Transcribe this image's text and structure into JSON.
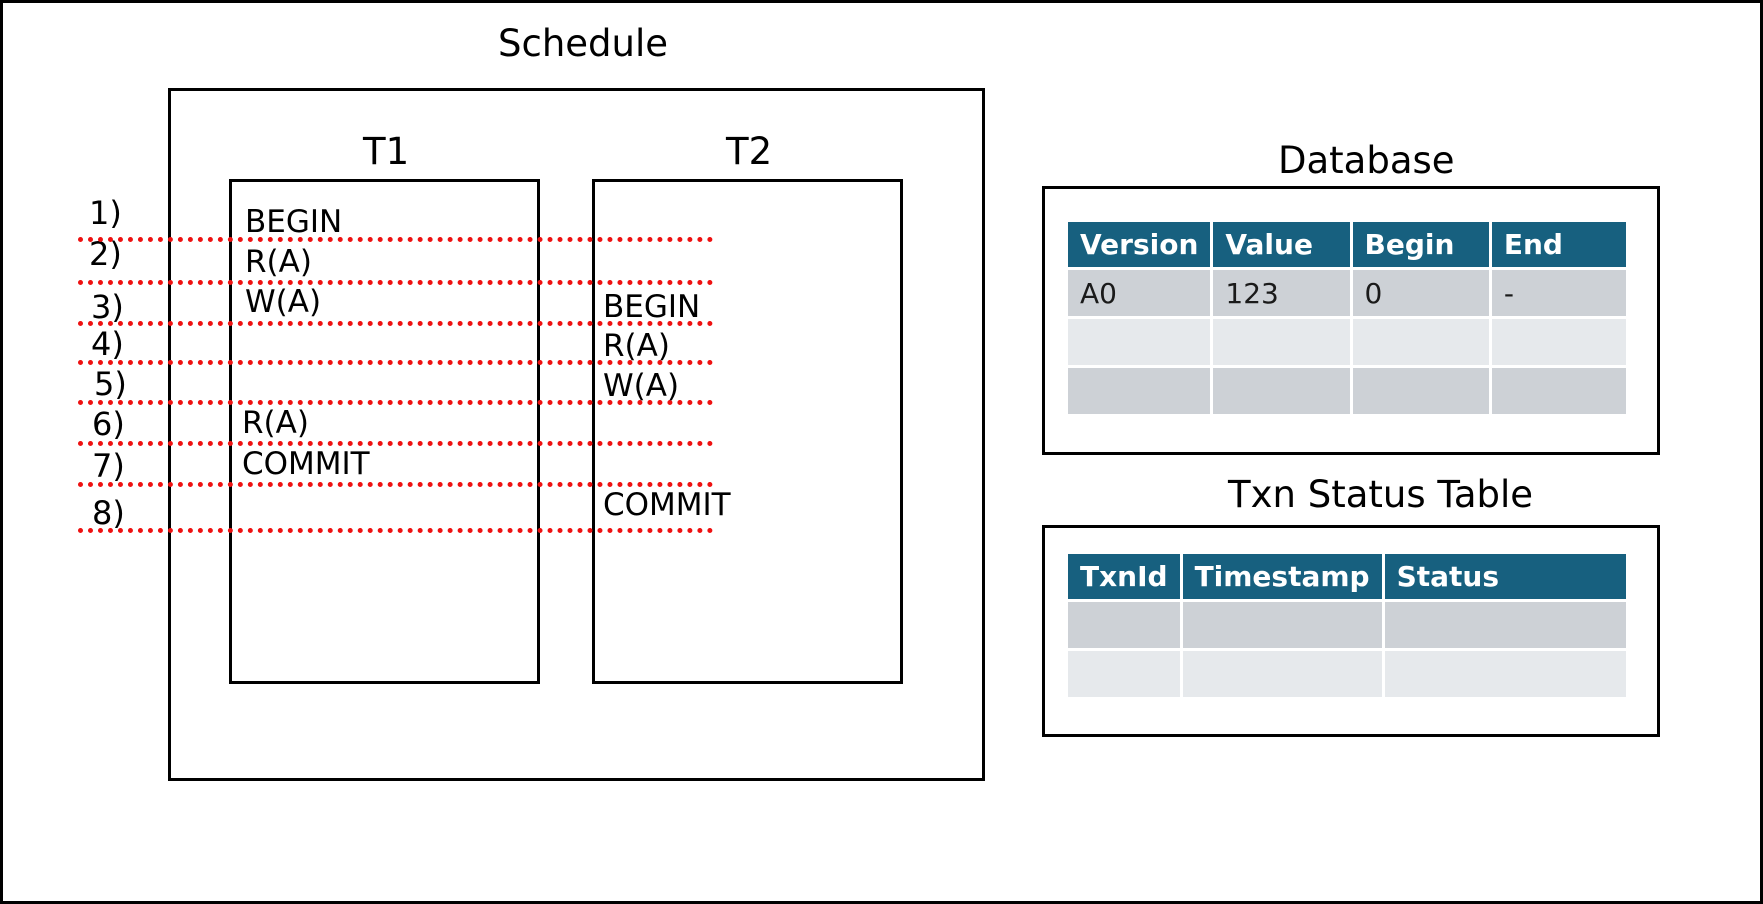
{
  "schedule": {
    "title": "Schedule",
    "t1_label": "T1",
    "t2_label": "T2",
    "steps": [
      "1)",
      "2)",
      "3)",
      "4)",
      "5)",
      "6)",
      "7)",
      "8)"
    ],
    "t1_ops": {
      "begin": "BEGIN",
      "read1": "R(A)",
      "write": "W(A)",
      "read2": "R(A)",
      "commit": "COMMIT"
    },
    "t2_ops": {
      "begin": "BEGIN",
      "read": "R(A)",
      "write": "W(A)",
      "commit": "COMMIT"
    },
    "separator_color": "#ee1111"
  },
  "database": {
    "title": "Database",
    "headers": [
      "Version",
      "Value",
      "Begin",
      "End"
    ],
    "rows": [
      [
        "A0",
        "123",
        "0",
        "-"
      ],
      [
        "",
        "",
        "",
        ""
      ],
      [
        "",
        "",
        "",
        ""
      ]
    ],
    "header_color": "#17607f"
  },
  "txn_status": {
    "title": "Txn Status Table",
    "headers": [
      "TxnId",
      "Timestamp",
      "Status"
    ],
    "rows": [
      [
        "",
        "",
        ""
      ],
      [
        "",
        "",
        ""
      ]
    ]
  }
}
